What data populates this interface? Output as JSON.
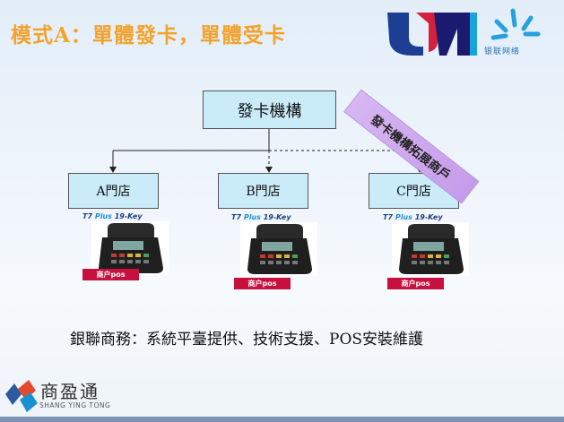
{
  "title": "模式A：單體發卡，單體受卡",
  "logo_top": {
    "text": "银联网络",
    "icon": "unionpay-logo"
  },
  "root_box": {
    "label": "發卡機構"
  },
  "stores": [
    {
      "label": "A門店",
      "pos_model": "T7",
      "pos_model_plus": "Plus",
      "pos_model_suffix": "19-Key",
      "pos_tag": "商户pos"
    },
    {
      "label": "B門店",
      "pos_model": "T7",
      "pos_model_plus": "Plus",
      "pos_model_suffix": "19-Key",
      "pos_tag": "商户pos"
    },
    {
      "label": "C門店",
      "pos_model": "T7",
      "pos_model_plus": "Plus",
      "pos_model_suffix": "19-Key",
      "pos_tag": "商户pos"
    }
  ],
  "banner": {
    "text": "發卡機構拓展商戶"
  },
  "caption": "銀聯商務：系統平臺提供、技術支援、POS安裝維護",
  "logo_bottom": {
    "name": "商盈通",
    "pinyin": "SHANG YING TONG",
    "icon": "shangyingtong-logo"
  },
  "colors": {
    "title": "#f3a22b",
    "box_fill": "#c9ecf8",
    "banner": "#c59ce9",
    "pos_tag": "#c8103e"
  }
}
